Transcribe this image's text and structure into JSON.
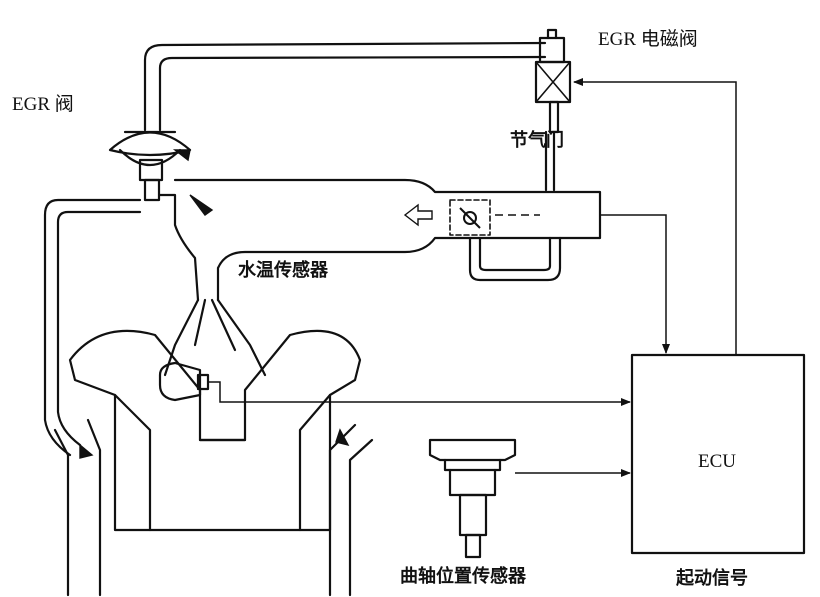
{
  "labels": {
    "egr_valve": "EGR 阀",
    "egr_solenoid": "EGR 电磁阀",
    "throttle": "节气门",
    "coolant_sensor": "水温传感器",
    "crank_sensor": "曲轴位置传感器",
    "ecu": "ECU",
    "start_signal": "起动信号"
  }
}
